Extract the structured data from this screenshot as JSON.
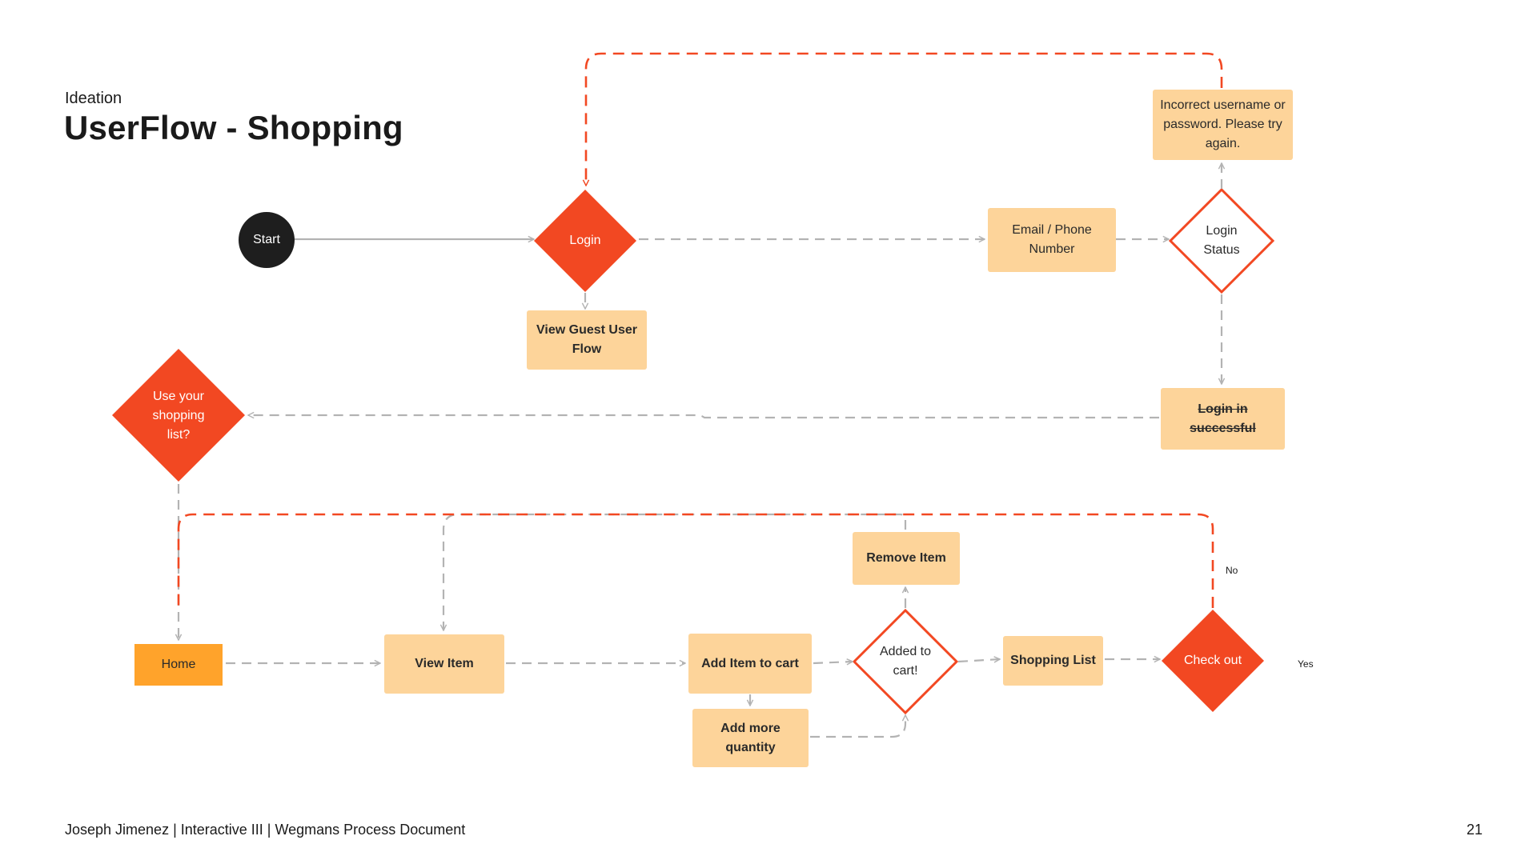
{
  "header": {
    "eyebrow": "Ideation",
    "title": "UserFlow - Shopping"
  },
  "footer": {
    "credit": "Joseph Jimenez | Interactive III | Wegmans Process Document",
    "page_number": "21"
  },
  "nodes": {
    "start": "Start",
    "login": "Login",
    "view_guest": "View Guest User Flow",
    "email_phone": "Email / Phone Number",
    "login_status": "Login Status",
    "incorrect": "Incorrect username or password. Please try again.",
    "login_success": "Login in successful",
    "use_list": "Use your shopping list?",
    "home": "Home",
    "view_item": "View Item",
    "add_to_cart": "Add Item to cart",
    "add_quantity": "Add more quantity",
    "added": "Added to cart!",
    "remove_item": "Remove Item",
    "shopping_list": "Shopping List",
    "checkout": "Check out"
  },
  "edge_labels": {
    "no": "No",
    "yes": "Yes"
  },
  "colors": {
    "accent": "#F24822",
    "box_fill": "#FDD49A",
    "home_fill": "#FFA32B",
    "start_fill": "#1E1E1E",
    "connector_gray": "#B3B3B3"
  }
}
